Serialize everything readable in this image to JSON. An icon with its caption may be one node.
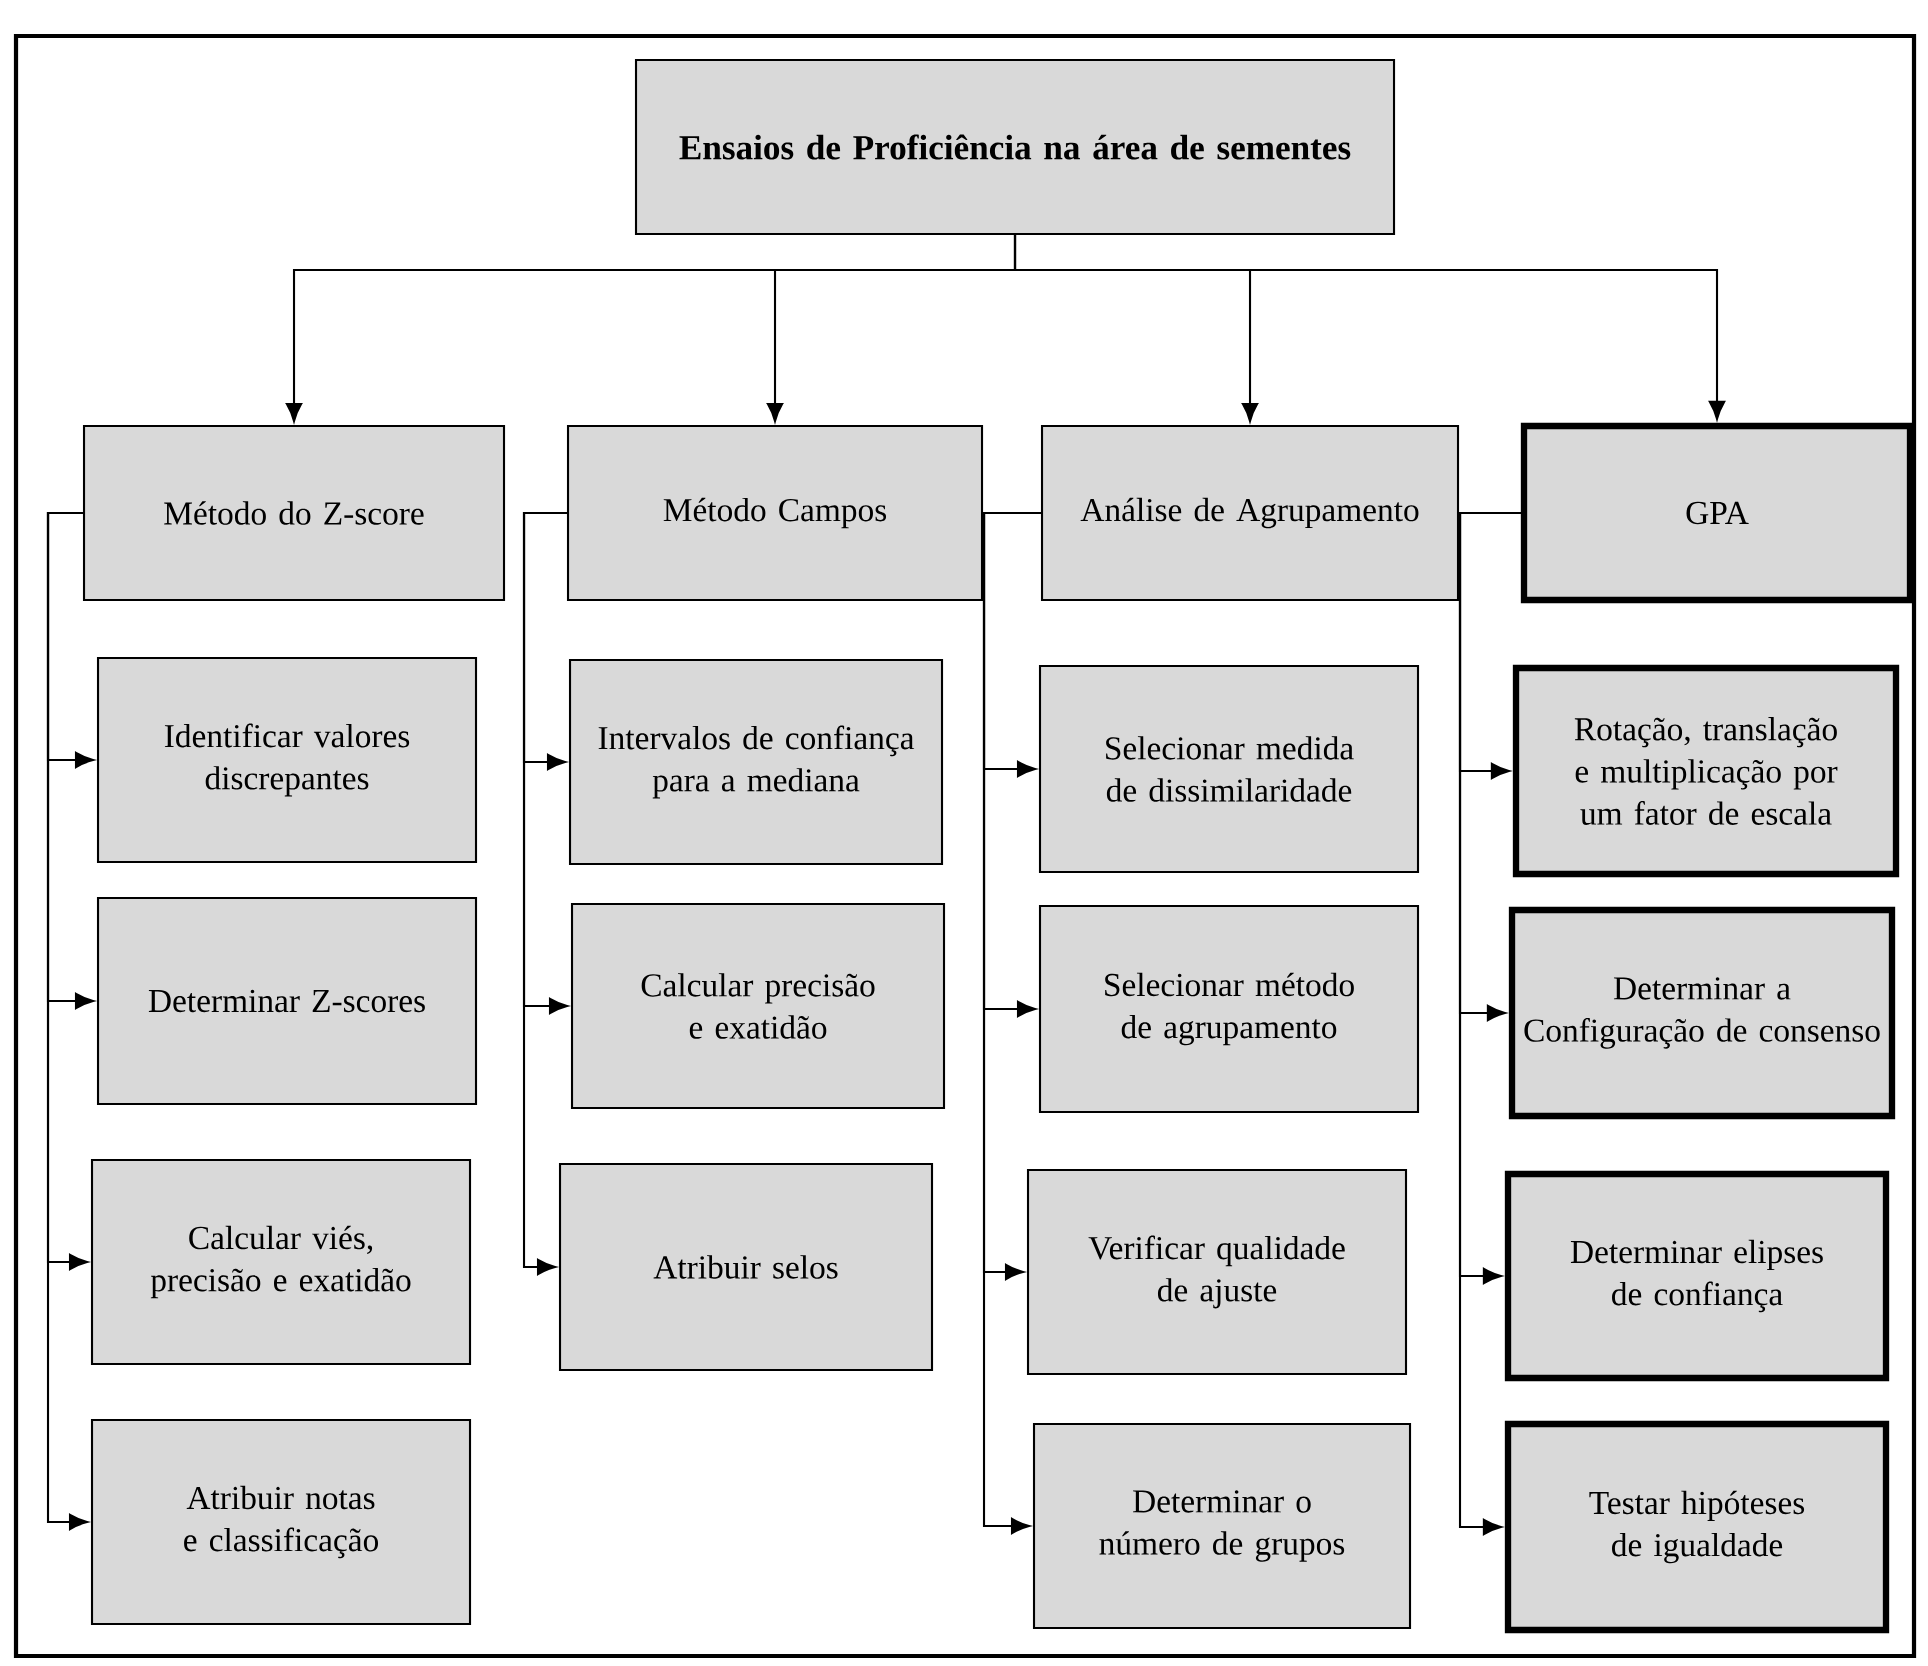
{
  "diagram": {
    "nodes": [
      {
        "text": [
          "Ensaios de Proficiência na área de sementes"
        ]
      },
      {
        "text": [
          "Método do Z-score"
        ]
      },
      {
        "text": [
          "Identificar valores discrepantes"
        ]
      },
      {
        "text": [
          "Determinar Z-scores"
        ]
      },
      {
        "text": [
          "Calcular viés, precisão e exatidão"
        ]
      },
      {
        "text": [
          "Atribuir notas e classificação"
        ]
      },
      {
        "text": [
          "Método Campos"
        ]
      },
      {
        "text": [
          "Intervalos de confiança para a mediana"
        ]
      },
      {
        "text": [
          "Calcular precisão e exatidão"
        ]
      },
      {
        "text": [
          "Atribuir selos"
        ]
      },
      {
        "text": [
          "Análise de Agrupamento"
        ]
      },
      {
        "text": [
          "Selecionar medida de dissimilaridade"
        ]
      },
      {
        "text": [
          "Selecionar método de agrupamento"
        ]
      },
      {
        "text": [
          "Verificar qualidade de ajuste"
        ]
      },
      {
        "text": [
          "Determinar o número de grupos"
        ]
      },
      {
        "text": [
          "GPA"
        ]
      },
      {
        "text": [
          "Rotação, translação e multiplicação por um fator de escala"
        ]
      },
      {
        "text": [
          "Determinar a Configuração de consenso"
        ]
      },
      {
        "text": [
          "Determinar elipses de confiança"
        ]
      },
      {
        "text": [
          "Testar hipóteses de igualdade"
        ]
      }
    ],
    "edges": [
      {
        "from": 0,
        "to": 1,
        "arrow": "to"
      },
      {
        "from": 0,
        "to": 6,
        "arrow": "to"
      },
      {
        "from": 0,
        "to": 10,
        "arrow": "to"
      },
      {
        "from": 0,
        "to": 15,
        "arrow": "to"
      },
      {
        "from": 1,
        "to": 2,
        "arrow": "to"
      },
      {
        "from": 1,
        "to": 3,
        "arrow": "to"
      },
      {
        "from": 1,
        "to": 4,
        "arrow": "to"
      },
      {
        "from": 1,
        "to": 5,
        "arrow": "to"
      },
      {
        "from": 6,
        "to": 7,
        "arrow": "to"
      },
      {
        "from": 6,
        "to": 8,
        "arrow": "to"
      },
      {
        "from": 6,
        "to": 9,
        "arrow": "to"
      },
      {
        "from": 10,
        "to": 11,
        "arrow": "to"
      },
      {
        "from": 10,
        "to": 12,
        "arrow": "to"
      },
      {
        "from": 10,
        "to": 13,
        "arrow": "to"
      },
      {
        "from": 10,
        "to": 14,
        "arrow": "to"
      },
      {
        "from": 15,
        "to": 16,
        "arrow": "to"
      },
      {
        "from": 15,
        "to": 17,
        "arrow": "to"
      },
      {
        "from": 15,
        "to": 18,
        "arrow": "to"
      },
      {
        "from": 15,
        "to": 19,
        "arrow": "to"
      }
    ]
  }
}
